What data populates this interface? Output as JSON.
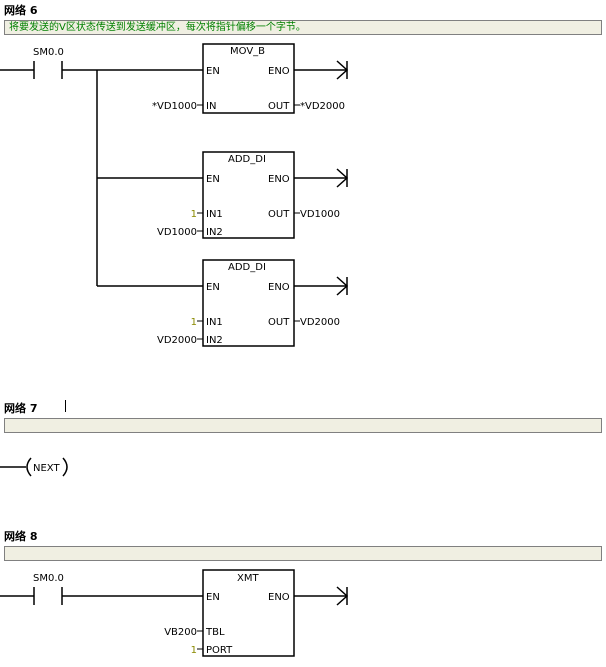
{
  "networks": [
    {
      "title": "网络 6",
      "comment": "将要发送的V区状态传送到发送缓冲区，每次将指针偏移一个字节。",
      "contact": "SM0.0",
      "blocks": [
        {
          "name": "MOV_B",
          "en": "EN",
          "eno": "ENO",
          "in_pins": [
            "IN"
          ],
          "in_values": [
            "*VD1000"
          ],
          "out_pin": "OUT",
          "out_value": "*VD2000"
        },
        {
          "name": "ADD_DI",
          "en": "EN",
          "eno": "ENO",
          "in_pins": [
            "IN1",
            "IN2"
          ],
          "in_values": [
            "1",
            "VD1000"
          ],
          "out_pin": "OUT",
          "out_value": "VD1000"
        },
        {
          "name": "ADD_DI",
          "en": "EN",
          "eno": "ENO",
          "in_pins": [
            "IN1",
            "IN2"
          ],
          "in_values": [
            "1",
            "VD2000"
          ],
          "out_pin": "OUT",
          "out_value": "VD2000"
        }
      ]
    },
    {
      "title": "网络 7",
      "comment": "",
      "coil": "NEXT"
    },
    {
      "title": "网络 8",
      "comment": "",
      "contact": "SM0.0",
      "blocks": [
        {
          "name": "XMT",
          "en": "EN",
          "eno": "ENO",
          "in_pins": [
            "TBL",
            "PORT"
          ],
          "in_values": [
            "VB200",
            "1"
          ]
        }
      ]
    }
  ],
  "colors": {
    "constant": "#8a8a00",
    "comment_text": "#008000",
    "comment_bg": "#f0efe2"
  }
}
